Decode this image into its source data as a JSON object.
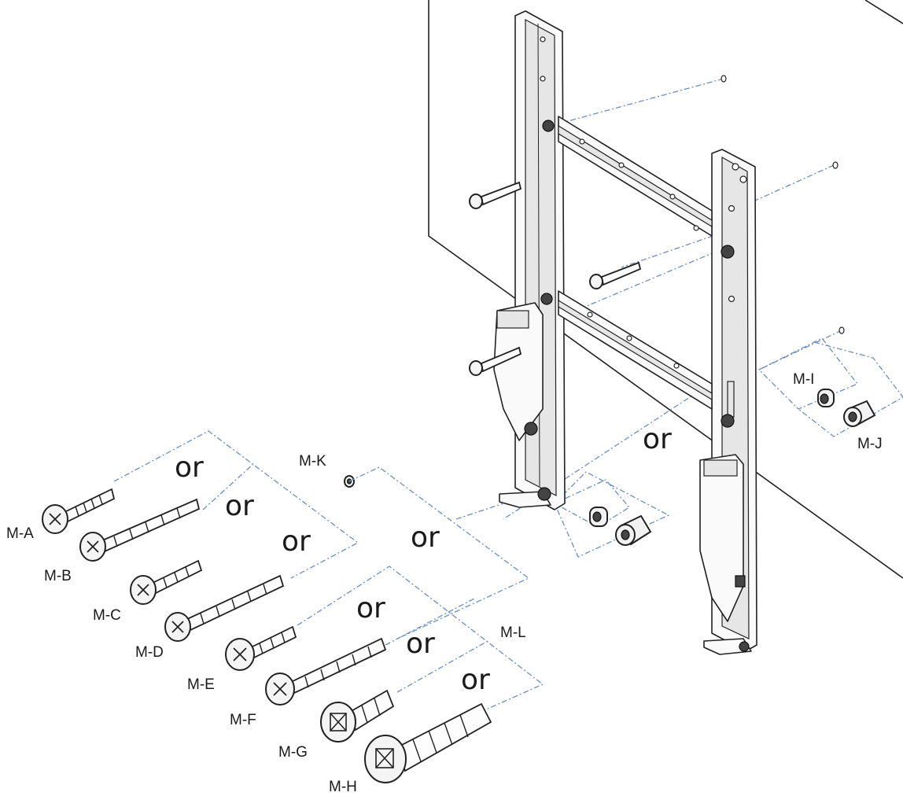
{
  "parts": {
    "ma": "M-A",
    "mb": "M-B",
    "mc": "M-C",
    "md": "M-D",
    "me": "M-E",
    "mf": "M-F",
    "mg": "M-G",
    "mh": "M-H",
    "mi": "M-I",
    "mj": "M-J",
    "mk": "M-K",
    "ml": "M-L"
  },
  "alternatives": {
    "or_ab": "or",
    "or_bc": "or",
    "or_cd": "or",
    "or_k_l": "or",
    "or_ef": "or",
    "or_fg": "or",
    "or_gh": "or",
    "or_spacers": "or"
  },
  "colors": {
    "leader_line": "#6a8fc2",
    "outline": "#222222"
  }
}
